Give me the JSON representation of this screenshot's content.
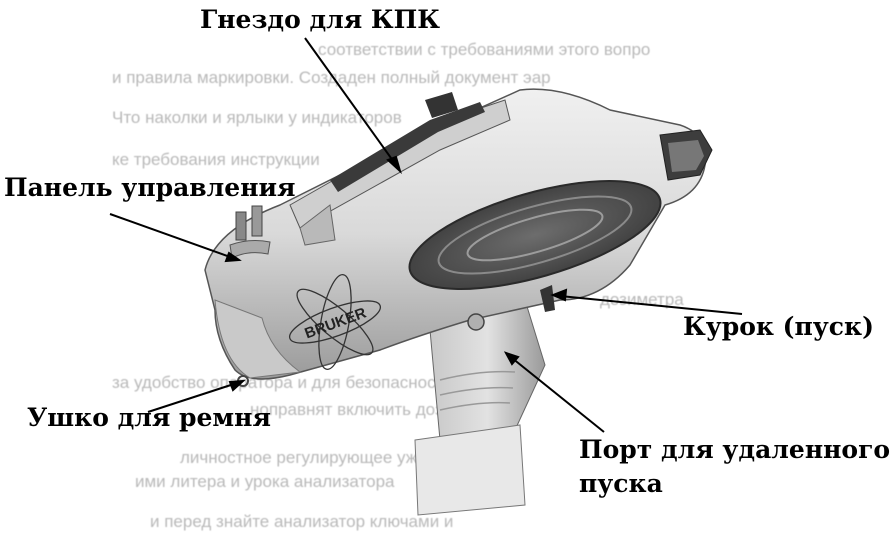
{
  "labels": {
    "pda_slot": "Гнездо для КПК",
    "control_panel": "Панель управления",
    "trigger": "Курок (пуск)",
    "strap_eyelet": "Ушко для ремня",
    "remote_port_line1": "Порт для удаленного",
    "remote_port_line2": "пуска"
  },
  "device": {
    "brand_logo": "BRUKER",
    "body_color": "#d8d8d8",
    "shadow_color": "#8c8c8c"
  },
  "background_text": {
    "line1": "соответствии с требованиями этого вопро",
    "line2": "и правила маркировки. Создаден полный документ эар",
    "line3": "Что наколки и ярлыки у индикаторов",
    "line4": "ке требования инструкции",
    "line5": "дозиметра",
    "line6": "за удобство оператора и для безопасности. Там",
    "line7": "ноправнят включить дозиметр.",
    "line8": "личностное регулирующее ужас о",
    "line9": "ими литера и урока анализатора",
    "line10": "и перед знайте анализатор ключами и"
  }
}
